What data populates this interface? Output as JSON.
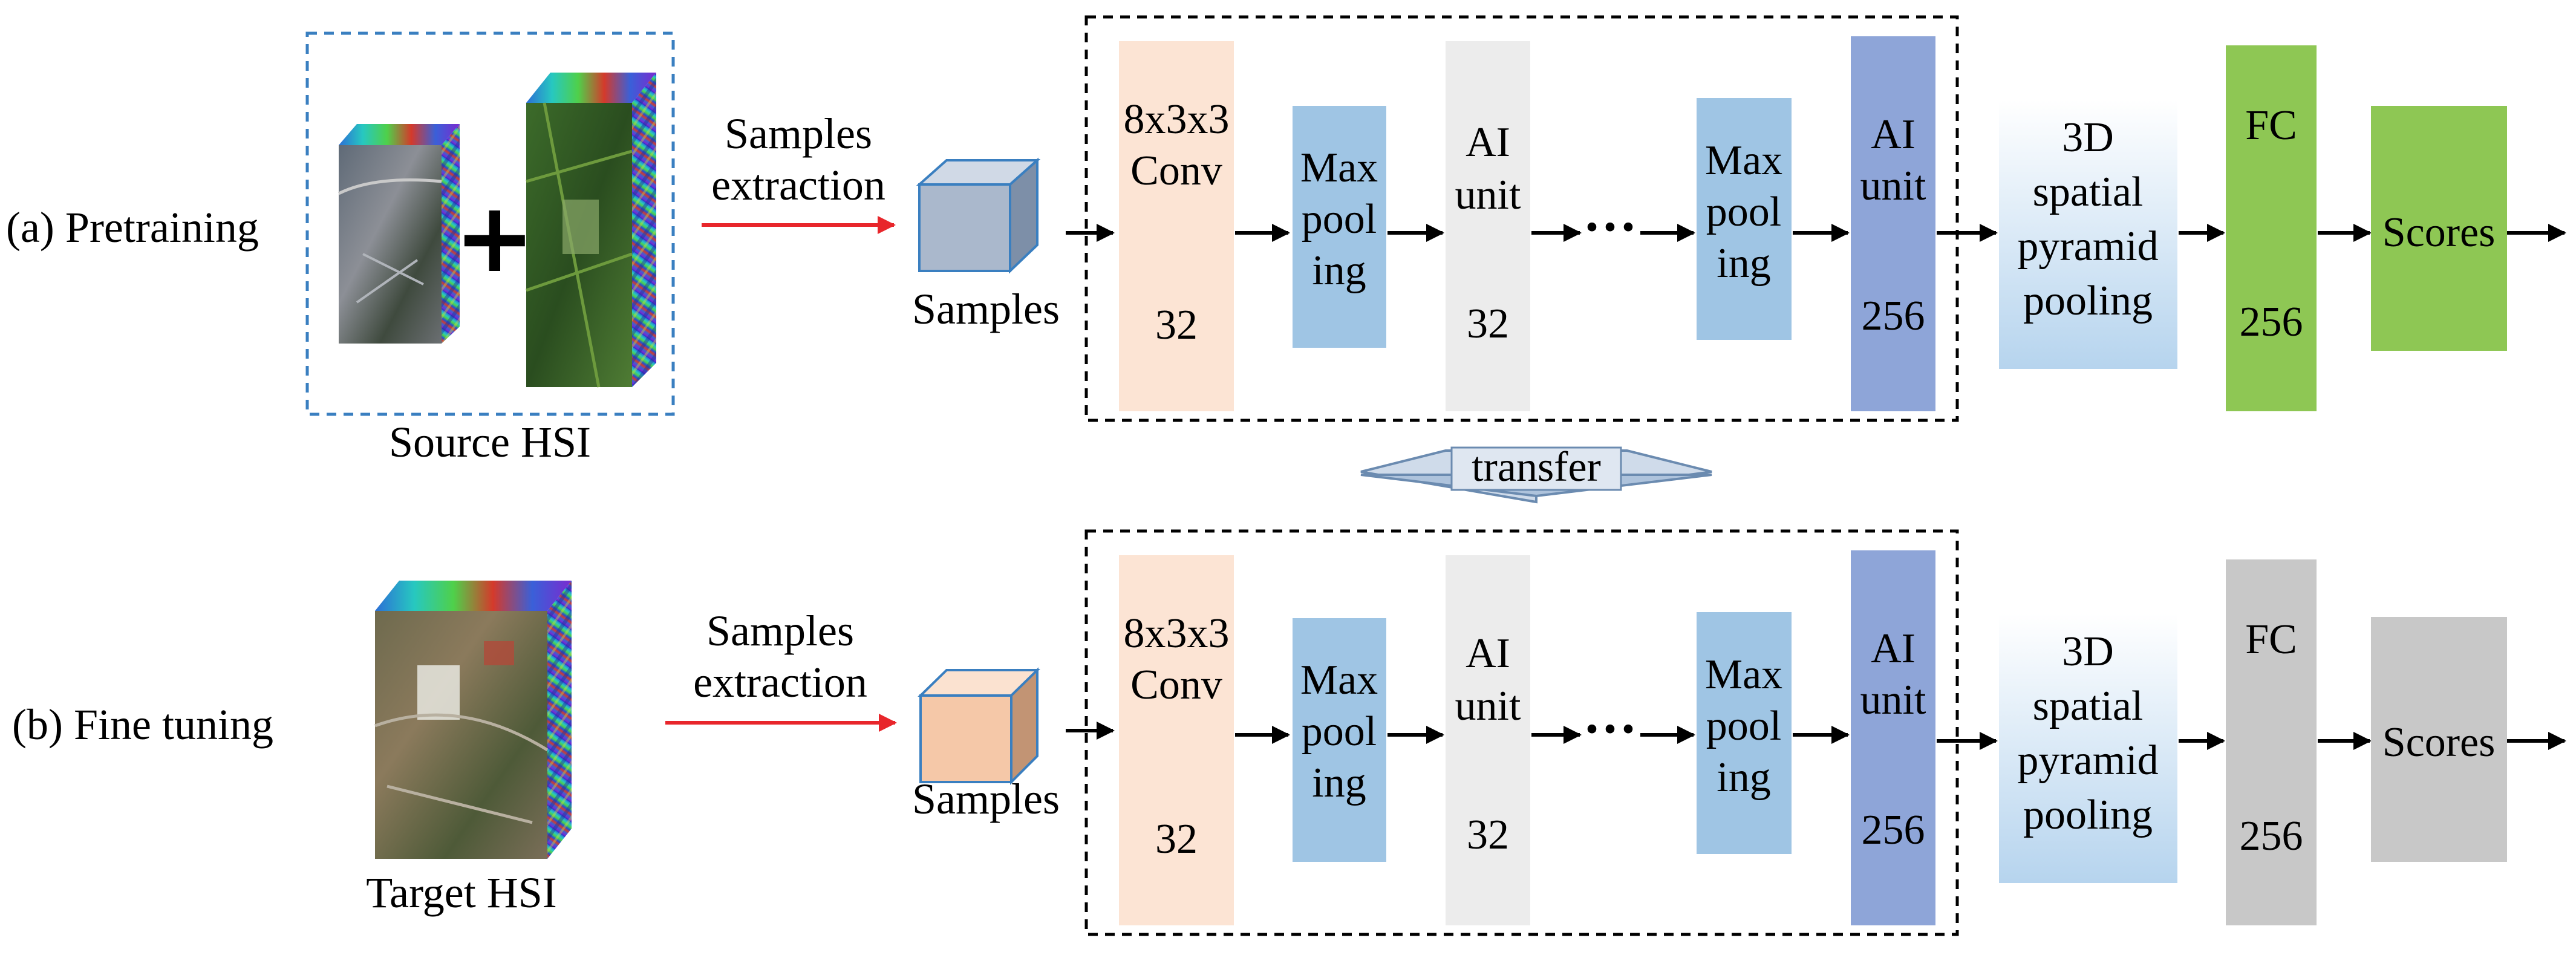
{
  "rows": [
    {
      "id": "pretraining",
      "label": "(a) Pretraining",
      "source_label": "Source HSI",
      "extraction_label": [
        "Samples",
        "extraction"
      ],
      "samples_label": "Samples",
      "cube_color": "#aab8cc",
      "head_color": "#8ec754",
      "blocks": {
        "conv": [
          "8x3x3",
          "Conv",
          "32"
        ],
        "maxpool1": [
          "Max",
          "pool",
          "ing"
        ],
        "ai1": [
          "AI",
          "unit",
          "32"
        ],
        "ellipsis": "···",
        "maxpool2": [
          "Max",
          "pool",
          "ing"
        ],
        "ai2": [
          "AI",
          "unit",
          "256"
        ],
        "spp": [
          "3D",
          "spatial",
          "pyramid",
          "pooling"
        ],
        "fc": [
          "FC",
          "256"
        ],
        "scores": "Scores"
      }
    },
    {
      "id": "finetuning",
      "label": "(b) Fine tuning",
      "source_label": "Target HSI",
      "extraction_label": [
        "Samples",
        "extraction"
      ],
      "samples_label": "Samples",
      "cube_color": "#f5c8a8",
      "head_color": "#c8c8c8",
      "blocks": {
        "conv": [
          "8x3x3",
          "Conv",
          "32"
        ],
        "maxpool1": [
          "Max",
          "pool",
          "ing"
        ],
        "ai1": [
          "AI",
          "unit",
          "32"
        ],
        "ellipsis": "···",
        "maxpool2": [
          "Max",
          "pool",
          "ing"
        ],
        "ai2": [
          "AI",
          "unit",
          "256"
        ],
        "spp": [
          "3D",
          "spatial",
          "pyramid",
          "pooling"
        ],
        "fc": [
          "FC",
          "256"
        ],
        "scores": "Scores"
      }
    }
  ],
  "transfer_label": "transfer",
  "colors": {
    "conv": "#fce4d4",
    "maxpool": "#9fc5e4",
    "ai_small": "#ececec",
    "ai_large": "#8ea5d8",
    "spp_top": "#ffffff",
    "spp_bottom": "#b6d4ee",
    "arrow_red": "#e8262b",
    "dashed_border": "#3a7fc0"
  }
}
